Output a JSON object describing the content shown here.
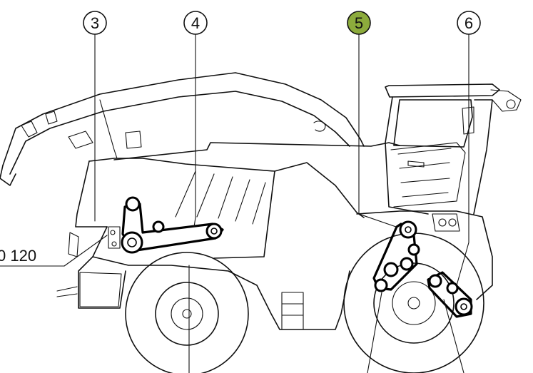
{
  "diagram": {
    "callouts": [
      {
        "id": "3",
        "label": "3",
        "highlighted": false
      },
      {
        "id": "4",
        "label": "4",
        "highlighted": false
      },
      {
        "id": "5",
        "label": "5",
        "highlighted": true
      },
      {
        "id": "6",
        "label": "6",
        "highlighted": false
      }
    ],
    "reference_label": "0 120",
    "colors": {
      "line": "#111111",
      "highlight_fill": "#8cab3c",
      "callout_fill": "#ffffff",
      "background": "#ffffff"
    },
    "icons": {
      "subject": "forage-harvester-icon",
      "belt_drive": "belt-drive-icon"
    }
  }
}
